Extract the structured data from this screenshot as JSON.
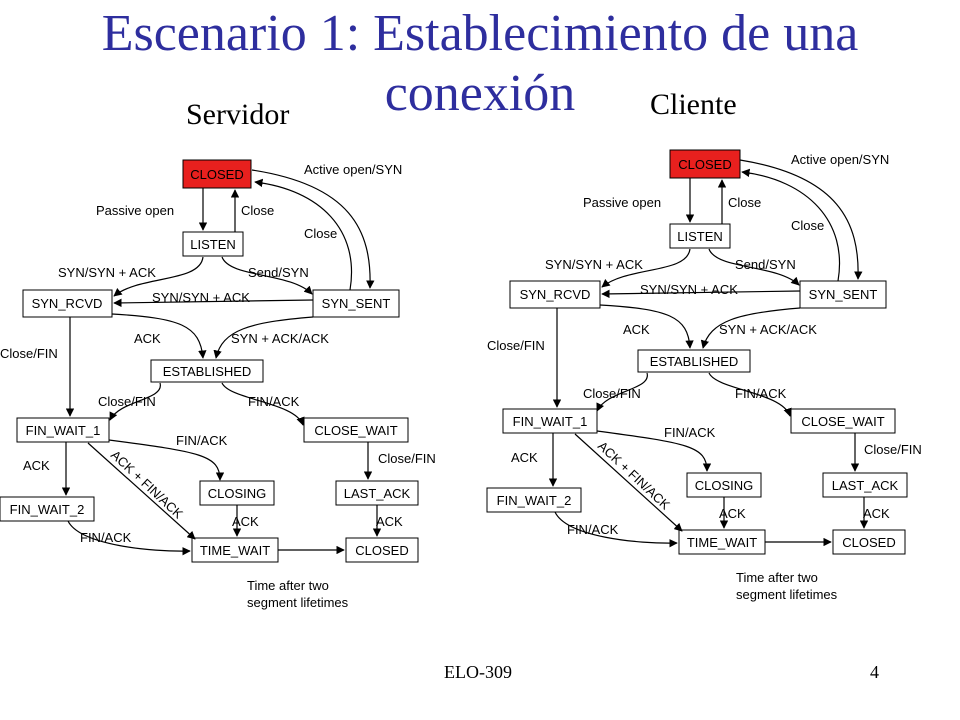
{
  "slide": {
    "title_line1": "Escenario 1: Establecimiento de una",
    "title_line2": "conexión",
    "footer_left": "ELO-309",
    "footer_right": "4"
  },
  "colors": {
    "title": "#2e2e9e",
    "closed_fill": "#e8201e",
    "box_fill": "#ffffff",
    "stroke": "#000000"
  },
  "panels": [
    {
      "title": "Servidor",
      "states": {
        "closed": "CLOSED",
        "listen": "LISTEN",
        "syn_rcvd": "SYN_RCVD",
        "syn_sent": "SYN_SENT",
        "established": "ESTABLISHED",
        "fin_wait_1": "FIN_WAIT_1",
        "close_wait": "CLOSE_WAIT",
        "closing": "CLOSING",
        "last_ack": "LAST_ACK",
        "fin_wait_2": "FIN_WAIT_2",
        "time_wait": "TIME_WAIT",
        "closed2": "CLOSED"
      },
      "labels": {
        "active_open": "Active open/SYN",
        "passive_open": "Passive open",
        "close_a": "Close",
        "close_b": "Close",
        "syn_synack": "SYN/SYN + ACK",
        "send_syn": "Send/SYN",
        "syn_synack2": "SYN/SYN + ACK",
        "ack": "ACK",
        "synack_ack": "SYN + ACK/ACK",
        "close_fin_left": "Close/FIN",
        "close_fin": "Close/FIN",
        "fin_ack": "FIN/ACK",
        "fin_ack2": "FIN/ACK",
        "ack2": "ACK",
        "ack_fin_ack": "ACK + FIN/ACK",
        "close_fin2": "Close/FIN",
        "ack3": "ACK",
        "ack4": "ACK",
        "fin_ack3": "FIN/ACK",
        "time_line1": "Time after two",
        "time_line2": "segment lifetimes"
      }
    },
    {
      "title": "Cliente",
      "states": {
        "closed": "CLOSED",
        "listen": "LISTEN",
        "syn_rcvd": "SYN_RCVD",
        "syn_sent": "SYN_SENT",
        "established": "ESTABLISHED",
        "fin_wait_1": "FIN_WAIT_1",
        "close_wait": "CLOSE_WAIT",
        "closing": "CLOSING",
        "last_ack": "LAST_ACK",
        "fin_wait_2": "FIN_WAIT_2",
        "time_wait": "TIME_WAIT",
        "closed2": "CLOSED"
      },
      "labels": {
        "active_open": "Active open/SYN",
        "passive_open": "Passive open",
        "close_a": "Close",
        "close_b": "Close",
        "syn_synack": "SYN/SYN + ACK",
        "send_syn": "Send/SYN",
        "syn_synack2": "SYN/SYN + ACK",
        "ack": "ACK",
        "synack_ack": "SYN + ACK/ACK",
        "close_fin_left": "Close/FIN",
        "close_fin": "Close/FIN",
        "fin_ack": "FIN/ACK",
        "fin_ack2": "FIN/ACK",
        "ack2": "ACK",
        "ack_fin_ack": "ACK + FIN/ACK",
        "close_fin2": "Close/FIN",
        "ack3": "ACK",
        "ack4": "ACK",
        "fin_ack3": "FIN/ACK",
        "time_line1": "Time after two",
        "time_line2": "segment lifetimes"
      }
    }
  ]
}
